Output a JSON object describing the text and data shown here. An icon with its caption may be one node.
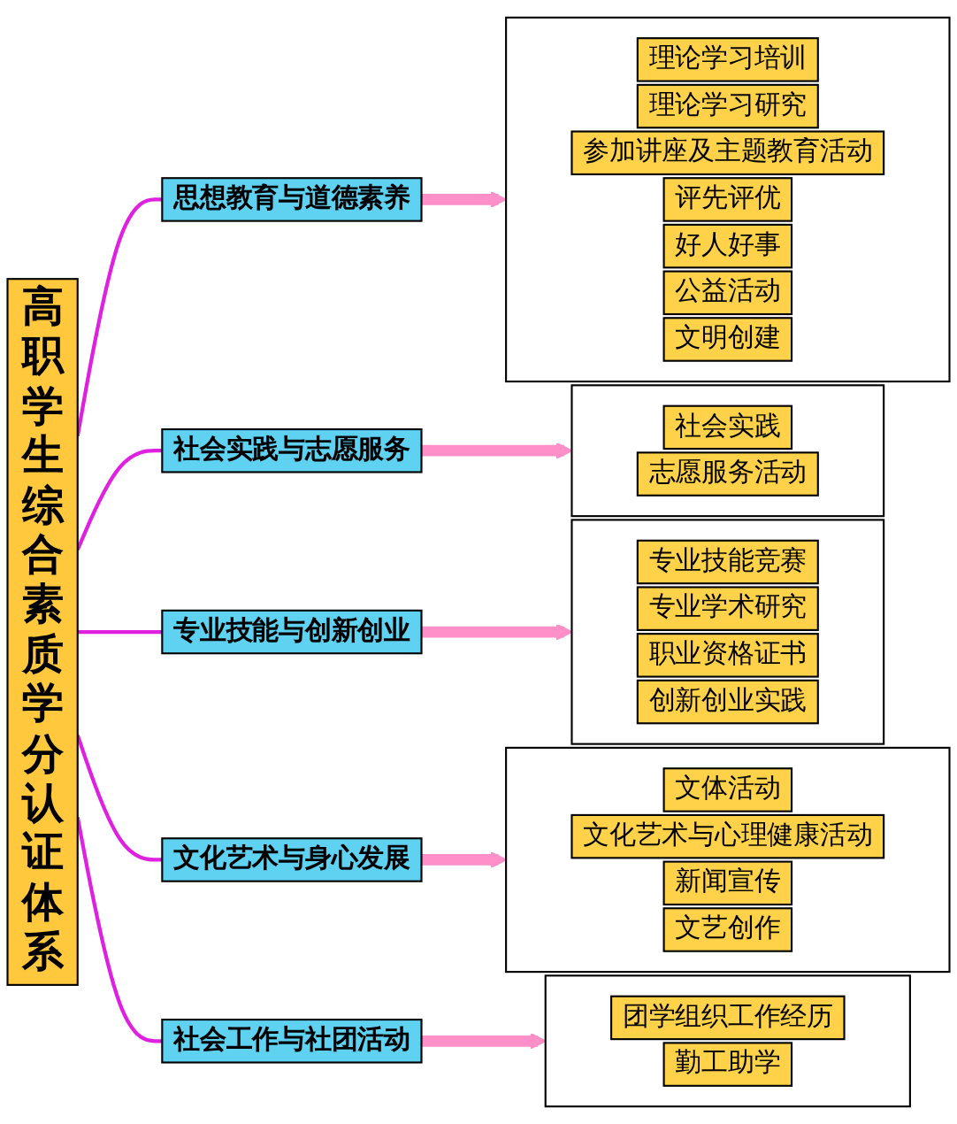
{
  "diagram": {
    "nodes": [
      {
        "text": [
          "高职学生综合素质学分认证体系"
        ]
      },
      {
        "text": [
          "思想教育与道德素养"
        ]
      },
      {
        "text": [],
        "shape": "box"
      },
      {
        "text": [
          "理论学习培训"
        ],
        "in": 2
      },
      {
        "text": [
          "理论学习研究"
        ],
        "in": 2
      },
      {
        "text": [
          "参加讲座及主题教育活动"
        ],
        "in": 2
      },
      {
        "text": [
          "评先评优"
        ],
        "in": 2
      },
      {
        "text": [
          "好人好事"
        ],
        "in": 2
      },
      {
        "text": [
          "公益活动"
        ],
        "in": 2
      },
      {
        "text": [
          "文明创建"
        ],
        "in": 2
      },
      {
        "text": [
          "社会实践与志愿服务"
        ]
      },
      {
        "text": [],
        "shape": "box"
      },
      {
        "text": [
          "社会实践"
        ],
        "in": 11
      },
      {
        "text": [
          "志愿服务活动"
        ],
        "in": 11
      },
      {
        "text": [
          "专业技能与创新创业"
        ]
      },
      {
        "text": [],
        "shape": "box"
      },
      {
        "text": [
          "专业技能竞赛"
        ],
        "in": 15
      },
      {
        "text": [
          "专业学术研究"
        ],
        "in": 15
      },
      {
        "text": [
          "职业资格证书"
        ],
        "in": 15
      },
      {
        "text": [
          "创新创业实践"
        ],
        "in": 15
      },
      {
        "text": [
          "文化艺术与身心发展"
        ]
      },
      {
        "text": [],
        "shape": "box"
      },
      {
        "text": [
          "文体活动"
        ],
        "in": 21
      },
      {
        "text": [
          "文化艺术与心理健康活动"
        ],
        "in": 21
      },
      {
        "text": [
          "新闻宣传"
        ],
        "in": 21
      },
      {
        "text": [
          "文艺创作"
        ],
        "in": 21
      },
      {
        "text": [
          "社会工作与社团活动"
        ]
      },
      {
        "text": [],
        "shape": "box"
      },
      {
        "text": [
          "团学组织工作经历"
        ],
        "in": 27
      },
      {
        "text": [
          "勤工助学"
        ],
        "in": 27
      }
    ],
    "edges": [
      {
        "from": 0,
        "to": 1,
        "arrow": "none",
        "color": "#e020e0"
      },
      {
        "from": 0,
        "to": 10,
        "arrow": "none",
        "color": "#e020e0"
      },
      {
        "from": 0,
        "to": 14,
        "arrow": "none",
        "color": "#e020e0"
      },
      {
        "from": 0,
        "to": 20,
        "arrow": "none",
        "color": "#e020e0"
      },
      {
        "from": 0,
        "to": 26,
        "arrow": "none",
        "color": "#e020e0"
      },
      {
        "from": 1,
        "to": 2,
        "arrow": "to",
        "style": "thick",
        "color": "#ff8fc8"
      },
      {
        "from": 10,
        "to": 11,
        "arrow": "to",
        "style": "thick",
        "color": "#ff8fc8"
      },
      {
        "from": 14,
        "to": 15,
        "arrow": "to",
        "style": "thick",
        "color": "#ff8fc8"
      },
      {
        "from": 20,
        "to": 21,
        "arrow": "to",
        "style": "thick",
        "color": "#ff8fc8"
      },
      {
        "from": 26,
        "to": 27,
        "arrow": "to",
        "style": "thick",
        "color": "#ff8fc8"
      }
    ]
  }
}
